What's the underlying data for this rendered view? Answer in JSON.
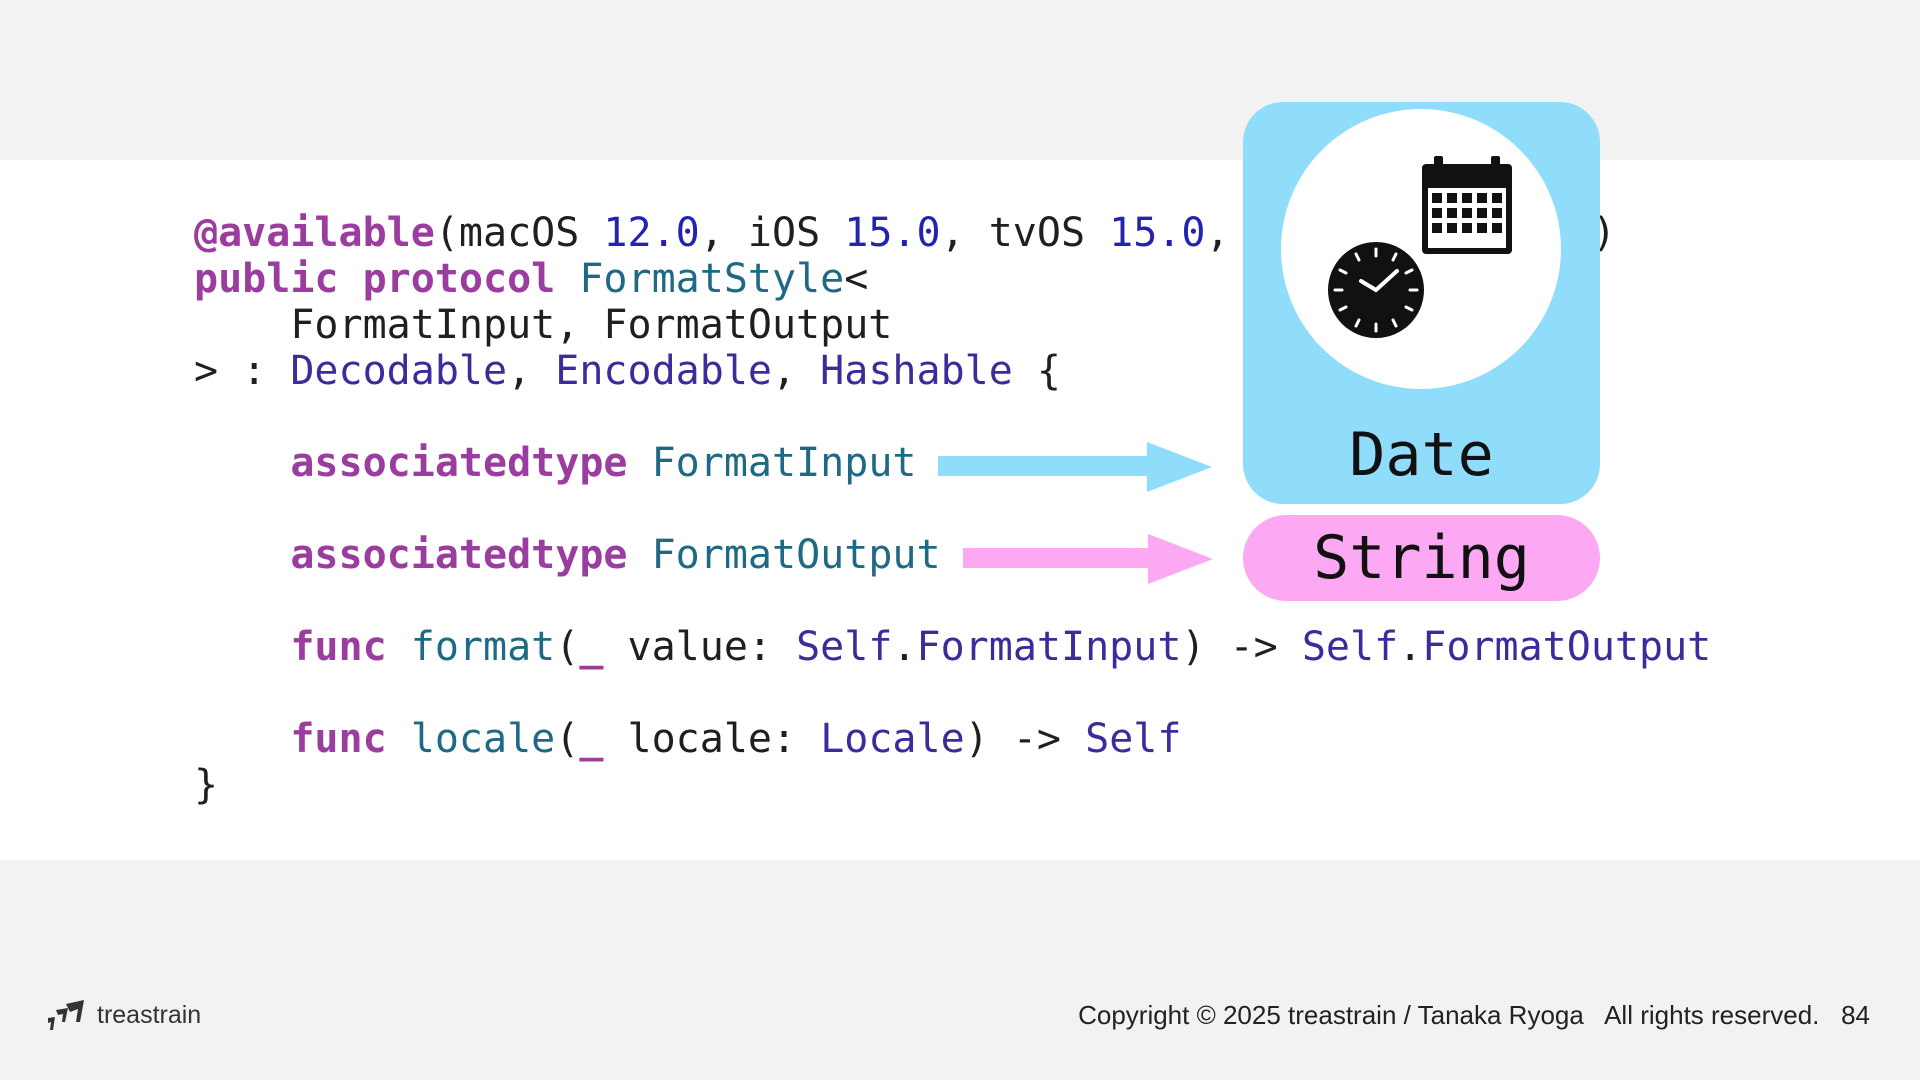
{
  "code": {
    "available_kw": "@available",
    "available_open": "(macOS ",
    "ver_macos": "12.0",
    "sep1": ", iOS ",
    "ver_ios": "15.0",
    "sep2": ", tvOS ",
    "ver_tvos": "15.0",
    "sep3": ",",
    "available_close": ")",
    "public_kw": "public protocol",
    "protocol_name": "FormatStyle",
    "angle_open": "<",
    "generic_params": "    FormatInput, FormatOutput",
    "conform_prefix": "> : ",
    "conform_decodable": "Decodable",
    "comma1": ", ",
    "conform_encodable": "Encodable",
    "comma2": ", ",
    "conform_hashable": "Hashable",
    "brace_open": " {",
    "assoc_kw": "associatedtype",
    "assoc_input": "FormatInput",
    "assoc_output": "FormatOutput",
    "func_kw": "func",
    "format_name": "format",
    "format_params_open": "(",
    "underscore": "_",
    "format_value": " value: ",
    "self_kw": "Self",
    "dot": ".",
    "format_input_type": "FormatInput",
    "arrow_ret": ") -> ",
    "format_output_type": "FormatOutput",
    "locale_name": "locale",
    "locale_param": " locale: ",
    "locale_type": "Locale",
    "brace_close": "}"
  },
  "cards": {
    "date_label": "Date",
    "string_label": "String",
    "input_arrow_color": "#8fdcfb",
    "output_arrow_color": "#fca8f3"
  },
  "icons": [
    "calendar-icon",
    "clock-icon",
    "treastrain-logo-icon"
  ],
  "footer": {
    "brand": "treastrain",
    "copyright": "Copyright © 2025 treastrain / Tanaka Ryoga",
    "rights": "All rights reserved.",
    "page_number": "84"
  }
}
